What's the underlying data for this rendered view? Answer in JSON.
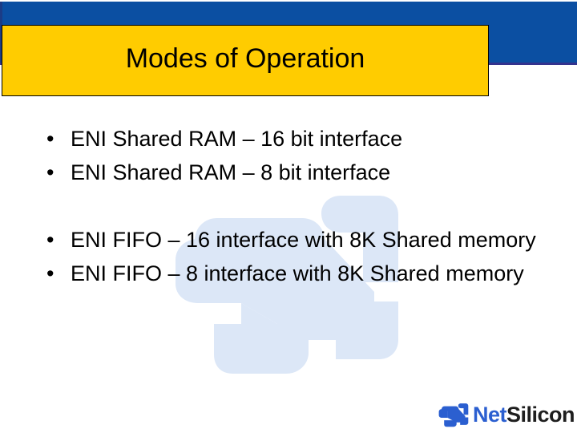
{
  "slide": {
    "title": "Modes of Operation",
    "colors": {
      "header_blue": "#0B4FA2",
      "header_underline": "#33338E",
      "title_box_yellow": "#FFCC00",
      "title_text": "#000000",
      "body_text": "#000000",
      "watermark_blue": "#DCE7F7",
      "logo_blue": "#2B5FD0",
      "background": "#FFFFFF"
    },
    "bullet_groups": [
      {
        "name": "shared-ram-group",
        "items": [
          "ENI Shared RAM – 16 bit interface",
          "ENI Shared RAM – 8 bit interface"
        ]
      },
      {
        "name": "fifo-group",
        "items": [
          "ENI FIFO – 16 interface with 8K Shared memory",
          "ENI FIFO – 8 interface with 8K Shared memory"
        ]
      }
    ],
    "bullet_marker": "•",
    "logo": {
      "mark": "netsilicon-arrow-icon",
      "word_part1": "Net",
      "word_part2": "Silicon",
      "full_text": "NetSilicon"
    },
    "watermark": {
      "icon": "netsilicon-arrow-watermark"
    }
  }
}
